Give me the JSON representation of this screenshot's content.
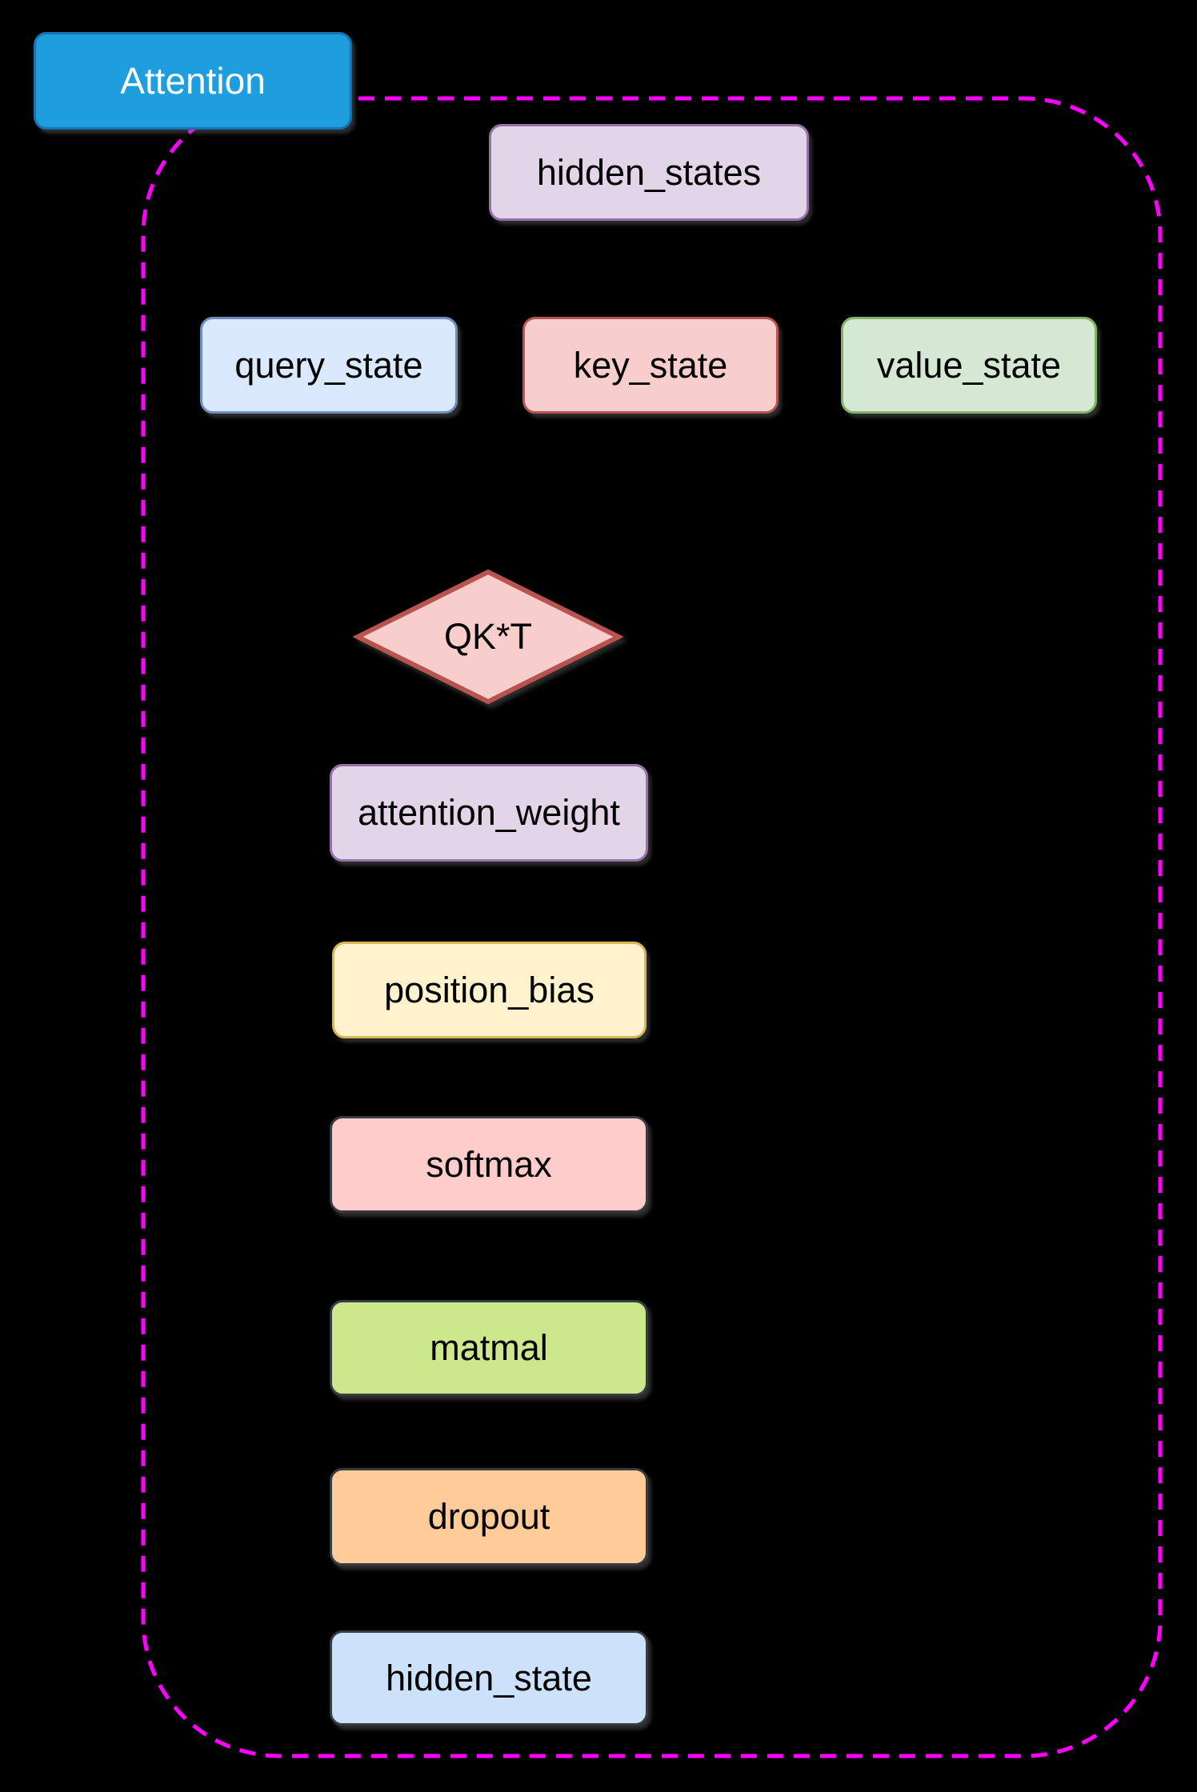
{
  "diagram": {
    "background": "#000000",
    "title": {
      "label": "Attention",
      "fill": "#1E9EDE",
      "border": "#1672B0",
      "text_color": "#FFFFFF"
    },
    "container": {
      "border_color": "#FF00FF",
      "border_style": "dashed"
    },
    "nodes": [
      {
        "id": "hidden_states",
        "label": "hidden_states",
        "shape": "rect",
        "fill": "#E1D5E7",
        "border": "#9673A6"
      },
      {
        "id": "query_state",
        "label": "query_state",
        "shape": "rect",
        "fill": "#DAE8FC",
        "border": "#6C8EBF"
      },
      {
        "id": "key_state",
        "label": "key_state",
        "shape": "rect",
        "fill": "#F8CECC",
        "border": "#B85450"
      },
      {
        "id": "value_state",
        "label": "value_state",
        "shape": "rect",
        "fill": "#D5E8D4",
        "border": "#82B366"
      },
      {
        "id": "qkt",
        "label": "QK*T",
        "shape": "diamond",
        "fill": "#F8CECC",
        "border": "#B85450"
      },
      {
        "id": "attention_weight",
        "label": "attention_weight",
        "shape": "rect",
        "fill": "#E1D5E7",
        "border": "#9673A6"
      },
      {
        "id": "position_bias",
        "label": "position_bias",
        "shape": "rect",
        "fill": "#FFF2CC",
        "border": "#D6B656"
      },
      {
        "id": "softmax",
        "label": "softmax",
        "shape": "rect",
        "fill": "#FFCCCC",
        "border": "#373C42"
      },
      {
        "id": "matmal",
        "label": "matmal",
        "shape": "rect",
        "fill": "#CDE88C",
        "border": "#373C42"
      },
      {
        "id": "dropout",
        "label": "dropout",
        "shape": "rect",
        "fill": "#FFCC99",
        "border": "#373C42"
      },
      {
        "id": "hidden_state",
        "label": "hidden_state",
        "shape": "rect",
        "fill": "#CCE2FB",
        "border": "#373C42"
      }
    ]
  }
}
